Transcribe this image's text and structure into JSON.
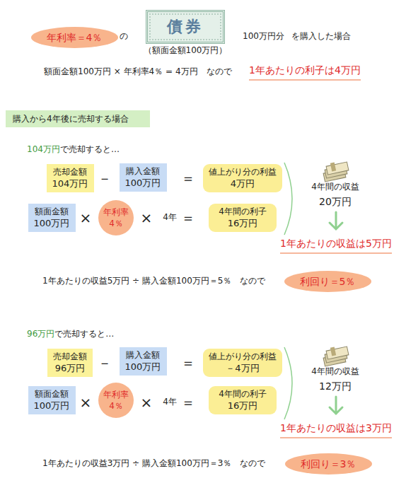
{
  "diagram": {
    "nodes": [
      {
        "text": [
          "年利率＝4％"
        ]
      },
      {
        "text": [
          "債券",
          "（額面金額100万円）"
        ]
      },
      {
        "text": [
          "購入から4年後に売却する場合"
        ]
      },
      {
        "text": [
          "売却金額",
          "104万円"
        ]
      },
      {
        "text": [
          "購入金額",
          "100万円"
        ]
      },
      {
        "text": [
          "値上がり分の利益",
          "4万円"
        ]
      },
      {
        "text": [
          "額面金額",
          "100万円"
        ]
      },
      {
        "text": [
          "年利率",
          "4％"
        ]
      },
      {
        "text": [
          "4年間の利子",
          "16万円"
        ]
      },
      {
        "text": [
          "利回り＝5％"
        ]
      },
      {
        "text": [
          "売却金額",
          "96万円"
        ]
      },
      {
        "text": [
          "購入金額",
          "100万円"
        ]
      },
      {
        "text": [
          "値上がり分の利益",
          "－4万円"
        ]
      },
      {
        "text": [
          "額面金額",
          "100万円"
        ]
      },
      {
        "text": [
          "年利率",
          "4％"
        ]
      },
      {
        "text": [
          "4年間の利子",
          "16万円"
        ]
      },
      {
        "text": [
          "利回り＝3％"
        ]
      }
    ],
    "labels": [
      "の",
      "100万円分",
      "を購入した場合",
      "額面金額100万円 × 年利率4％ = 4万円　なので",
      "1年あたりの利子は4万円",
      "104万円",
      "で売却すると…",
      "－",
      "＝",
      "×",
      "×",
      "4年",
      "＝",
      "4年間の収益",
      "20万円",
      "1年あたりの収益は5万円",
      "1年あたりの収益5万円 ÷ 購入金額100万円＝5％　なので",
      "96万円",
      "で売却すると…",
      "－",
      "＝",
      "×",
      "×",
      "4年",
      "＝",
      "4年間の収益",
      "12万円",
      "1年あたりの収益は3万円",
      "1年あたりの収益3万円 ÷ 購入金額100万円＝3％　なので"
    ]
  }
}
